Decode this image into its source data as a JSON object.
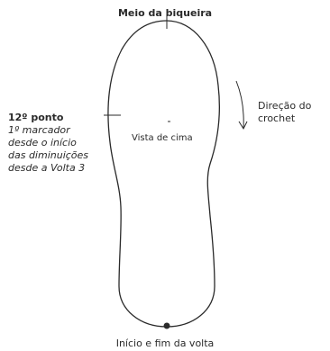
{
  "diagram": {
    "top_label": "Meio da biqueira",
    "bottom_label": "Início e fim da volta",
    "view_label": "Vista de cima",
    "direction_label": "Direção do crochet",
    "point_label": {
      "title": "12º ponto",
      "note": "1º marcador\ndesde o início\ndas diminuições\ndesde a Volta 3"
    },
    "colors": {
      "stroke": "#2a2a2a",
      "background": "#ffffff"
    }
  }
}
